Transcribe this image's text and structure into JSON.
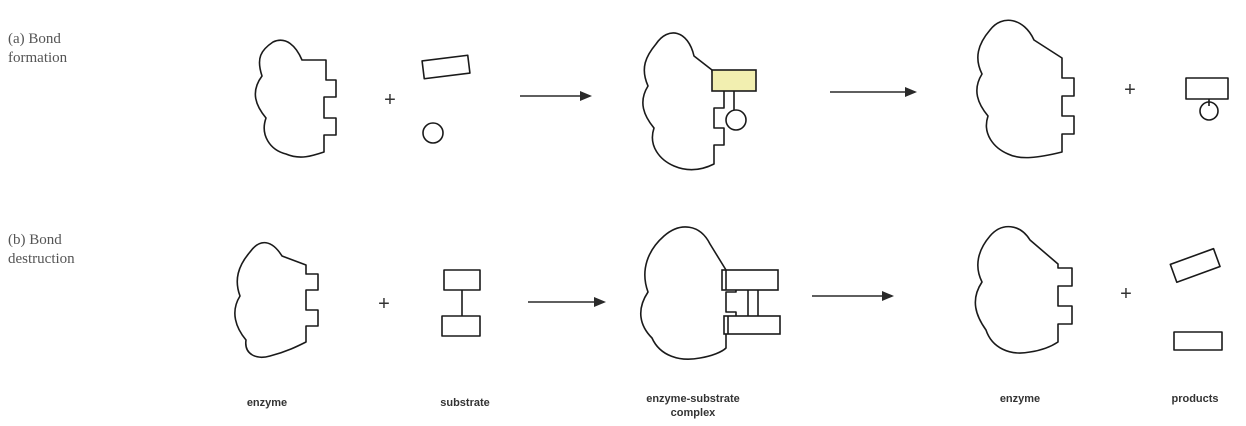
{
  "row_a": {
    "label_line1": "(a)  Bond",
    "label_line2": "formation",
    "plus": "+"
  },
  "row_b": {
    "label_line1": "(b)  Bond",
    "label_line2": "destruction",
    "plus": "+"
  },
  "captions": {
    "enzyme": "enzyme",
    "substrate": "substrate",
    "complex_line1": "enzyme-substrate",
    "complex_line2": "complex",
    "enzyme_2": "enzyme",
    "products": "products"
  },
  "colors": {
    "ink": "#1a1a1a",
    "arrow_a": "#b03030",
    "arrow_b": "#3a3a3a",
    "highlight": "#f2efb0"
  }
}
